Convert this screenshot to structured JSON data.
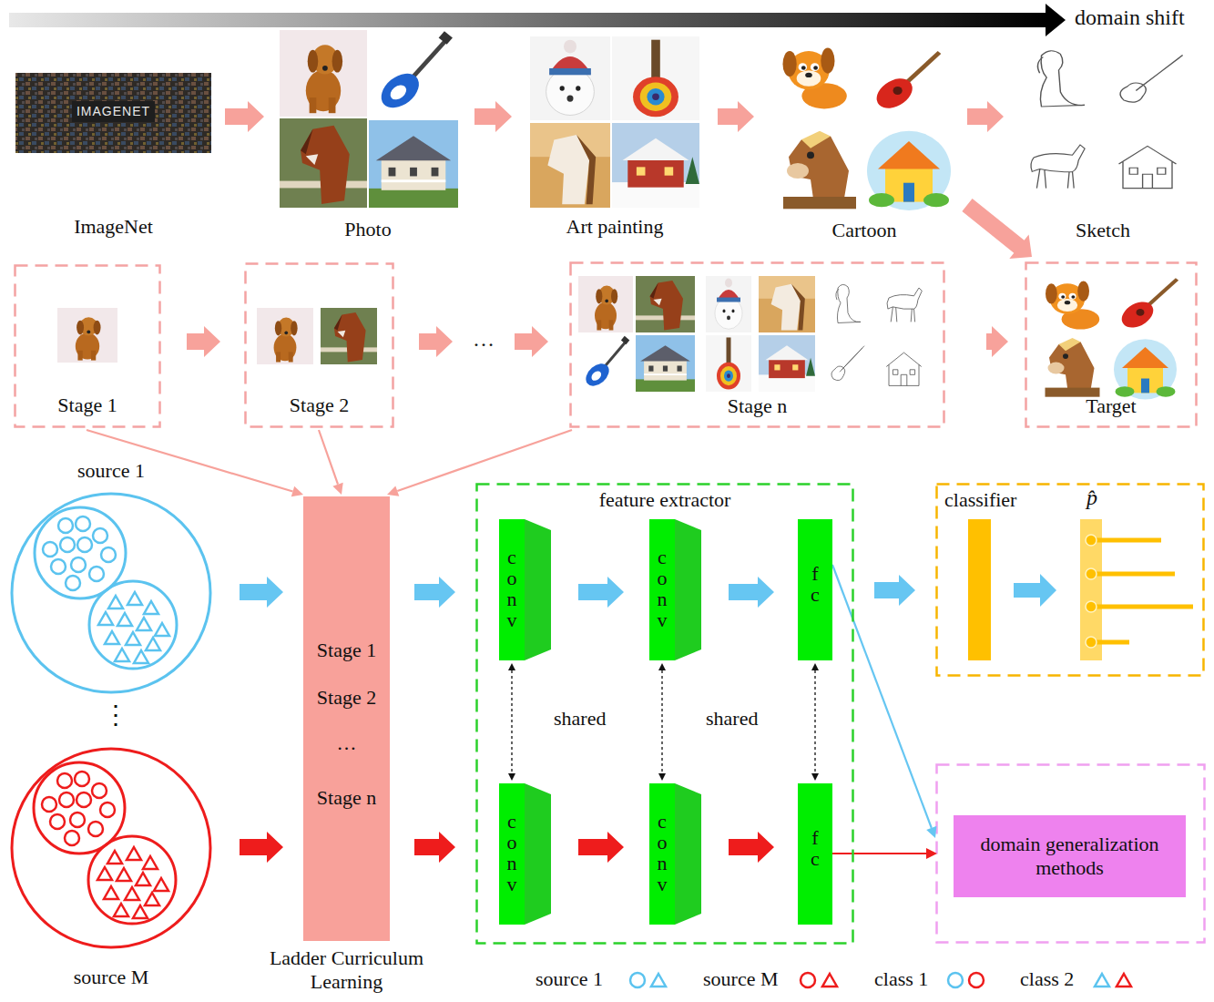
{
  "diagram": {
    "nodes": [
      {
        "text": [
          "IMAGENET",
          "ImageNet"
        ]
      },
      {
        "text": [
          "Photo"
        ]
      },
      {
        "text": [
          "Art painting"
        ]
      },
      {
        "text": [
          "Cartoon"
        ]
      },
      {
        "text": [
          "Sketch"
        ]
      },
      {
        "text": [
          "Stage 1"
        ]
      },
      {
        "text": [
          "Stage 2"
        ]
      },
      {
        "text": [
          "Stage n"
        ]
      },
      {
        "text": [
          "Target"
        ]
      },
      {
        "text": [
          "source 1"
        ]
      },
      {
        "text": [
          "Stage 1",
          "Stage 2",
          "…",
          "Stage n",
          "Ladder Curriculum Learning"
        ]
      },
      {
        "text": [
          "feature extractor"
        ]
      },
      {
        "text": [
          "conv"
        ],
        "in": 11
      },
      {
        "text": [
          "conv"
        ],
        "in": 11
      },
      {
        "text": [
          "fc"
        ],
        "in": 11
      },
      {
        "text": [
          "conv"
        ],
        "in": 11
      },
      {
        "text": [
          "conv"
        ],
        "in": 11
      },
      {
        "text": [
          "fc"
        ],
        "in": 11
      },
      {
        "text": [
          "classifier",
          "p̂"
        ]
      },
      {
        "text": [
          "source M"
        ]
      },
      {
        "text": [
          "domain generalization methods"
        ]
      }
    ],
    "edges": [
      {
        "from": 0,
        "to": 1,
        "arrow": "to"
      },
      {
        "from": 1,
        "to": 2,
        "arrow": "to"
      },
      {
        "from": 2,
        "to": 3,
        "arrow": "to"
      },
      {
        "from": 3,
        "to": 4,
        "arrow": "to"
      },
      {
        "from": 3,
        "to": 8,
        "arrow": "to"
      },
      {
        "from": 5,
        "to": 6,
        "arrow": "to"
      },
      {
        "from": 6,
        "to": 7,
        "label": "…",
        "arrow": "to"
      },
      {
        "from": 7,
        "to": 8,
        "arrow": "to"
      },
      {
        "from": 5,
        "to": 10,
        "arrow": "to"
      },
      {
        "from": 6,
        "to": 10,
        "arrow": "to"
      },
      {
        "from": 7,
        "to": 10,
        "arrow": "to"
      },
      {
        "from": 9,
        "to": 10,
        "arrow": "to"
      },
      {
        "from": 19,
        "to": 10,
        "arrow": "to"
      },
      {
        "from": 10,
        "to": 12,
        "arrow": "to"
      },
      {
        "from": 10,
        "to": 15,
        "arrow": "to"
      },
      {
        "from": 12,
        "to": 13,
        "arrow": "to"
      },
      {
        "from": 13,
        "to": 14,
        "arrow": "to"
      },
      {
        "from": 15,
        "to": 16,
        "arrow": "to"
      },
      {
        "from": 16,
        "to": 17,
        "arrow": "to"
      },
      {
        "from": 14,
        "to": 18,
        "arrow": "to"
      },
      {
        "from": 14,
        "to": 20,
        "arrow": "to"
      },
      {
        "from": 17,
        "to": 20,
        "arrow": "to"
      },
      {
        "from": 12,
        "to": 15,
        "arrow": "both"
      },
      {
        "from": 13,
        "to": 16,
        "arrow": "both"
      },
      {
        "from": 14,
        "to": 17,
        "arrow": "both"
      }
    ],
    "labels": [
      "domain shift",
      "⋮",
      "shared",
      "shared"
    ],
    "legend": [
      {
        "text": "source 1"
      },
      {
        "text": "source M"
      },
      {
        "text": "class 1"
      },
      {
        "text": "class 2"
      }
    ]
  }
}
